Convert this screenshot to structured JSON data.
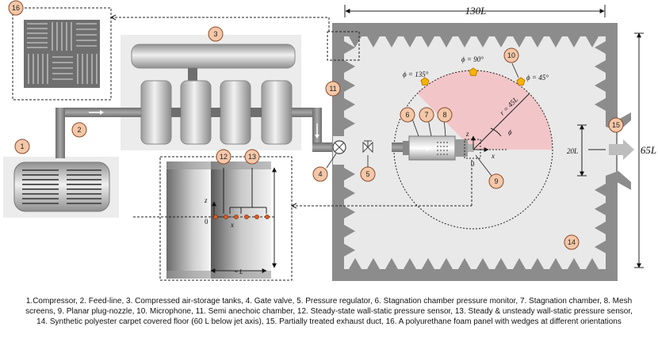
{
  "diagram": {
    "callouts": [
      "1",
      "2",
      "3",
      "4",
      "5",
      "6",
      "7",
      "8",
      "9",
      "10",
      "11",
      "12",
      "13",
      "14",
      "15",
      "16"
    ],
    "dimensions": {
      "width": "130L",
      "height": "65L",
      "exhaust": "20L",
      "radius": "r = 45L",
      "sensor_span": "~ L"
    },
    "angles": {
      "phi135": "ϕ = 135°",
      "phi90": "ϕ = 90°",
      "phi45": "ϕ = 45°",
      "phi": "ϕ"
    },
    "axes": {
      "z": "z",
      "x": "x",
      "zero": "0"
    },
    "colors": {
      "chamber": "#e9e9e9",
      "wall": "#8c8c8c",
      "sector": "#f2c6c8",
      "mic": "#f5b400",
      "sensor": "#e2581f",
      "callout_fill": "#f4c7a8",
      "callout_stroke": "#8a4a2a"
    }
  },
  "caption": {
    "line1": "1.Compressor, 2. Feed-line, 3. Compressed air-storage tanks, 4. Gate valve, 5. Pressure regulator, 6. Stagnation chamber pressure monitor, 7. Stagnation chamber, 8. Mesh",
    "line2": "screens, 9. Planar plug-nozzle, 10. Microphone, 11. Semi anechoic chamber, 12. Steady-state wall-static pressure sensor, 13. Steady & unsteady wall-static pressure sensor,",
    "line3": "14. Synthetic polyester carpet covered floor (60 L below jet axis), 15. Partially treated exhaust duct, 16. A polyurethane foam panel with wedges at different orientations"
  }
}
